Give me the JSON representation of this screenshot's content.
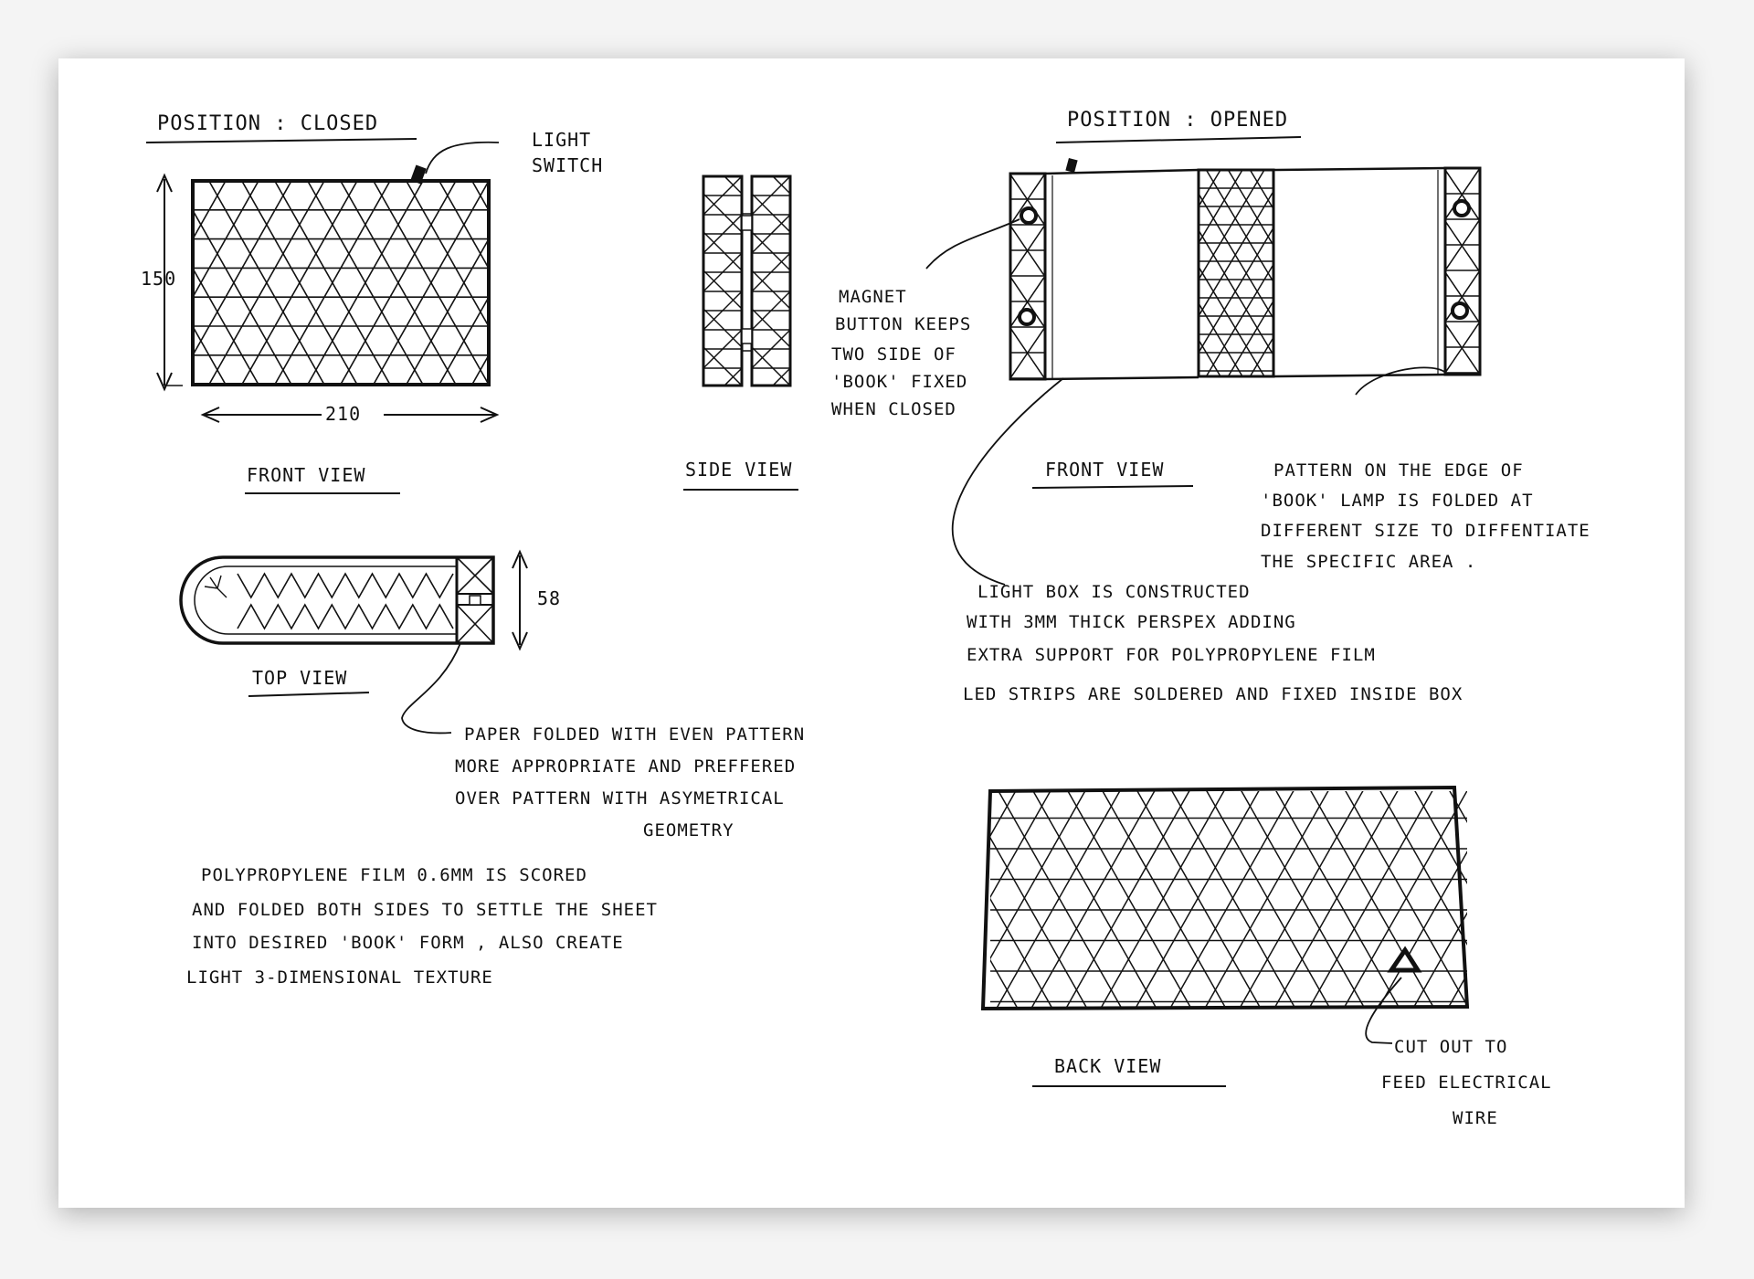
{
  "titles": {
    "closed": "POSITION : CLOSED",
    "opened": "POSITION : OPENED"
  },
  "labels": {
    "light_switch": [
      "LIGHT",
      "SWITCH"
    ],
    "front_view": "FRONT VIEW",
    "side_view": "SIDE VIEW",
    "front_view_opened": "FRONT VIEW",
    "top_view": "TOP VIEW",
    "back_view": "BACK VIEW"
  },
  "dimensions": {
    "height": "150",
    "width": "210",
    "depth": "58"
  },
  "notes": {
    "magnet": [
      "MAGNET",
      "BUTTON KEEPS",
      "TWO SIDE OF",
      "'BOOK' FIXED",
      "WHEN CLOSED"
    ],
    "pattern_edge": [
      "PATTERN ON THE EDGE OF",
      "'BOOK' LAMP IS FOLDED AT",
      "DIFFERENT SIZE TO DIFFENTIATE",
      "THE SPECIFIC AREA ."
    ],
    "light_box": [
      "LIGHT BOX IS CONSTRUCTED",
      "WITH 3MM THICK PERSPEX ADDING",
      "EXTRA SUPPORT FOR POLYPROPYLENE FILM",
      "LED STRIPS ARE SOLDERED AND FIXED INSIDE BOX"
    ],
    "paper": [
      "PAPER FOLDED WITH EVEN PATTERN",
      "MORE APPROPRIATE AND PREFFERED",
      "OVER PATTERN WITH ASYMETRICAL",
      "GEOMETRY"
    ],
    "polypropylene": [
      "POLYPROPYLENE FILM 0.6MM IS SCORED",
      "AND FOLDED BOTH SIDES TO SETTLE THE SHEET",
      "INTO DESIRED 'BOOK' FORM , ALSO CREATE",
      "LIGHT 3-DIMENSIONAL TEXTURE"
    ],
    "cut_out": [
      "CUT OUT TO",
      "FEED ELECTRICAL",
      "WIRE"
    ]
  }
}
